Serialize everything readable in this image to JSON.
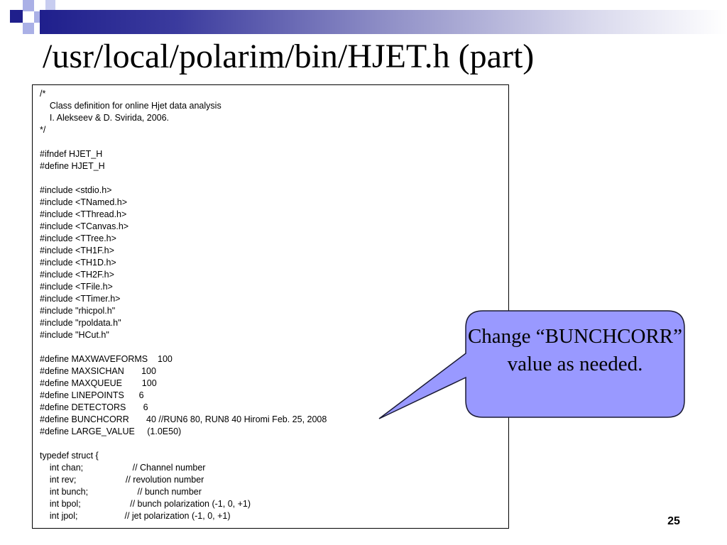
{
  "slide": {
    "title": "/usr/local/polarim/bin/HJET.h (part)",
    "page_number": "25",
    "callout_text": "Change “BUNCHCORR” value as needed.",
    "code_lines": [
      "/*",
      "    Class definition for online Hjet data analysis",
      "    I. Alekseev & D. Svirida, 2006.",
      "*/",
      "",
      "#ifndef HJET_H",
      "#define HJET_H",
      "",
      "#include <stdio.h>",
      "#include <TNamed.h>",
      "#include <TThread.h>",
      "#include <TCanvas.h>",
      "#include <TTree.h>",
      "#include <TH1F.h>",
      "#include <TH1D.h>",
      "#include <TH2F.h>",
      "#include <TFile.h>",
      "#include <TTimer.h>",
      "#include \"rhicpol.h\"",
      "#include \"rpoldata.h\"",
      "#include \"HCut.h\"",
      "",
      "#define MAXWAVEFORMS    100",
      "#define MAXSICHAN       100",
      "#define MAXQUEUE        100",
      "#define LINEPOINTS      6",
      "#define DETECTORS       6",
      "#define BUNCHCORR       40 //RUN6 80, RUN8 40 Hiromi Feb. 25, 2008",
      "#define LARGE_VALUE     (1.0E50)",
      "",
      "typedef struct {",
      "    int chan;                    // Channel number",
      "    int rev;                    // revolution number",
      "    int bunch;                    // bunch number",
      "    int bpol;                    // bunch polarization (-1, 0, +1)",
      "    int jpol;                   // jet polarization (-1, 0, +1)"
    ]
  },
  "colors": {
    "dark_blue": "#1f1f8c",
    "light_blue": "#9fa8e0",
    "callout_fill": "#9999ff",
    "decor_blue": "#aab0e6"
  }
}
